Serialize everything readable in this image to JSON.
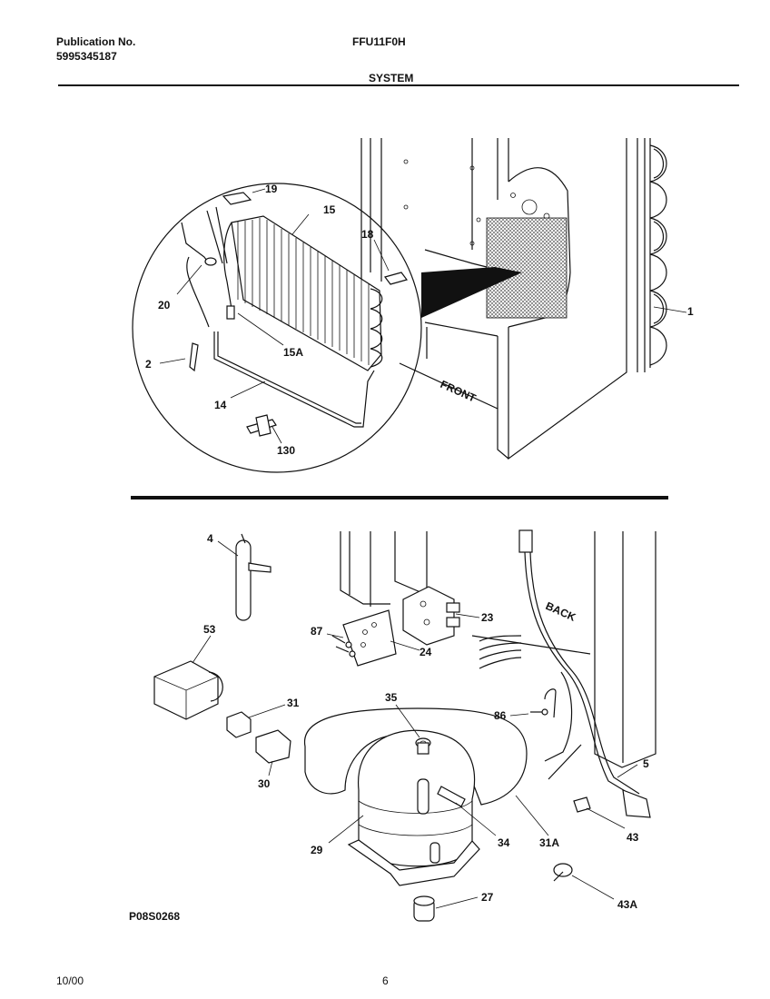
{
  "header": {
    "publication_label": "Publication No.",
    "publication_number": "5995345187",
    "model": "FFU11F0H",
    "section_title": "SYSTEM"
  },
  "diagram_labels": {
    "front": "FRONT",
    "back": "BACK"
  },
  "parts": {
    "p1": "1",
    "p2": "2",
    "p14": "14",
    "p15": "15",
    "p15a": "15A",
    "p18": "18",
    "p19": "19",
    "p20": "20",
    "p130": "130",
    "p4": "4",
    "p53": "53",
    "p87": "87",
    "p24": "24",
    "p23": "23",
    "p31": "31",
    "p35": "35",
    "p86": "86",
    "p30": "30",
    "p5": "5",
    "p29": "29",
    "p34": "34",
    "p31a": "31A",
    "p43": "43",
    "p27": "27",
    "p43a": "43A"
  },
  "footer": {
    "diagram_code": "P08S0268",
    "date": "10/00",
    "page": "6"
  }
}
